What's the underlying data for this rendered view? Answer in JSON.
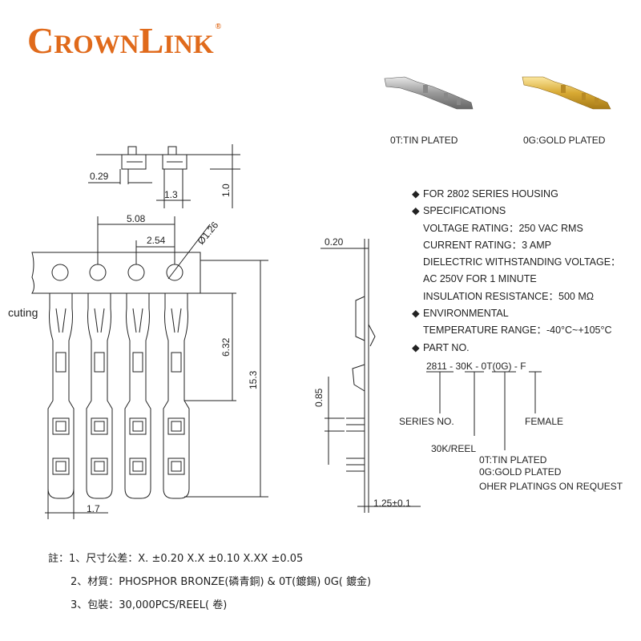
{
  "brand": {
    "c1": "C",
    "rest1": "ROWN",
    "c2": "L",
    "rest2": "INK",
    "reg": "®",
    "color": "#e06a1b"
  },
  "photos": {
    "tin_label": "0T:TIN PLATED",
    "gold_label": "0G:GOLD PLATED"
  },
  "drawing": {
    "top_view": {
      "dim_a": "0.29",
      "dim_b": "1.3",
      "dim_c": "1.0"
    },
    "front_view": {
      "pitch": "5.08",
      "half_pitch": "2.54",
      "hole": "Ø1.26",
      "cut_label": "cuting",
      "height_mid": "6.32",
      "height_total": "15.3",
      "width": "1.7"
    },
    "side_view": {
      "thickness": "0.20",
      "offset": "0.85",
      "tip": "1.25±0.1"
    }
  },
  "specs": {
    "items": [
      {
        "bullet": "◆",
        "text": "FOR 2802 SERIES HOUSING"
      },
      {
        "bullet": "◆",
        "text": "SPECIFICATIONS"
      },
      {
        "bullet": "",
        "text": "VOLTAGE RATING：250 VAC RMS"
      },
      {
        "bullet": "",
        "text": "CURRENT RATING：3 AMP"
      },
      {
        "bullet": "",
        "text": "DIELECTRIC WITHSTANDING VOLTAGE："
      },
      {
        "bullet": "",
        "text": "AC 250V FOR 1 MINUTE"
      },
      {
        "bullet": "",
        "text": "INSULATION RESISTANCE：500 MΩ"
      },
      {
        "bullet": "◆",
        "text": "ENVIRONMENTAL"
      },
      {
        "bullet": "",
        "text": "TEMPERATURE RANGE：-40°C~+105°C"
      },
      {
        "bullet": "◆",
        "text": "PART NO."
      }
    ],
    "part_no": {
      "p1": "2811",
      "p2": "30K",
      "p3": "0T(0G)",
      "p4": "F",
      "sep": "-"
    },
    "part_labels": {
      "series": "SERIES NO.",
      "reel": "30K/REEL",
      "female": "FEMALE",
      "tin": "0T:TIN PLATED",
      "gold": "0G:GOLD PLATED",
      "other": "OHER PLATINGS ON REQUEST"
    }
  },
  "notes": [
    "註：1、尺寸公差：X. ±0.20  X.X ±0.10   X.XX ±0.05",
    "2、材質：PHOSPHOR BRONZE(磷青銅) & 0T(鍍錫)  0G( 鍍金)",
    "3、包裝：30,000PCS/REEL( 卷)"
  ]
}
